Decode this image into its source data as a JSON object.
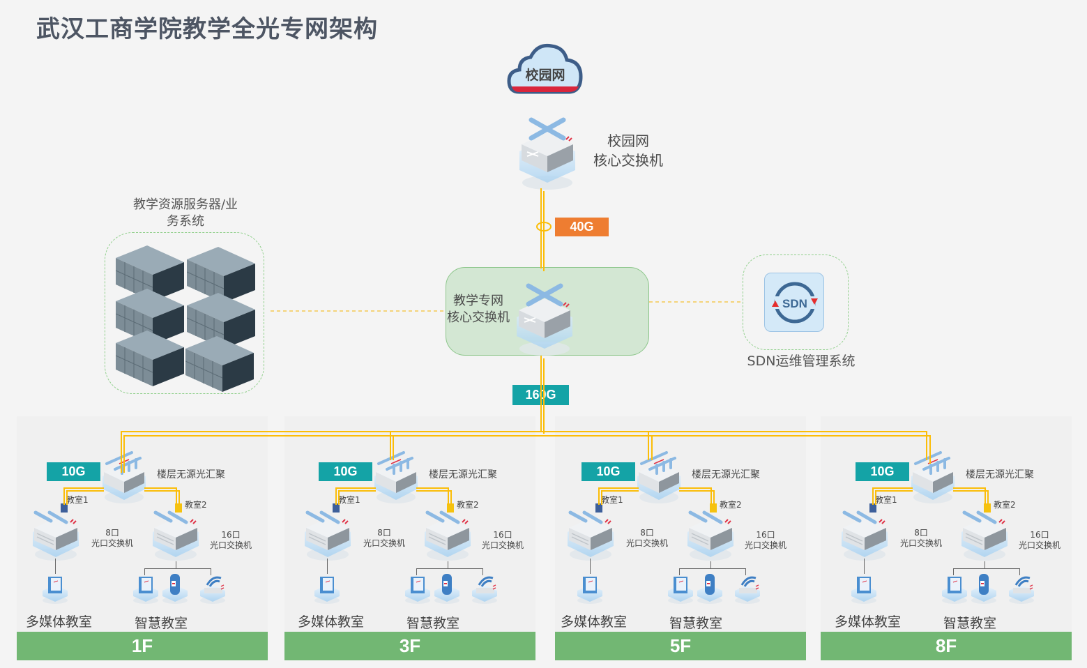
{
  "title": "武汉工商学院教学全光专网架构",
  "campus_cloud": {
    "label": "校园网",
    "icon": "cloud-icon"
  },
  "campus_core_switch": {
    "label_line1": "校园网",
    "label_line2": "核心交换机",
    "icon": "core-switch-icon"
  },
  "uplink": {
    "bandwidth": "40G",
    "color": "#ee7d31"
  },
  "teaching_core_switch": {
    "label_line1": "教学专网",
    "label_line2": "核心交换机",
    "icon": "core-switch-icon"
  },
  "downlink": {
    "bandwidth": "160G",
    "color": "#14a3a6"
  },
  "server_group": {
    "label_line1": "教学资源服务器/业",
    "label_line2": "务系统",
    "icon": "server-rack-icon",
    "count": 6
  },
  "sdn_system": {
    "icon_text": "SDN",
    "label": "SDN运维管理系统",
    "icon": "sdn-icon"
  },
  "colors": {
    "fiber": "#fbbd08",
    "floor_bar": "#72b773",
    "badge_teal": "#14a3a6",
    "badge_orange": "#ee7d31"
  },
  "floors": [
    {
      "name": "1F",
      "bandwidth": "10G",
      "aggregator": "楼层无源光汇聚",
      "room1": "教室1",
      "room2": "教室2",
      "switch8_ports": "8口",
      "switch8_label": "光口交换机",
      "switch16_ports": "16口",
      "switch16_label": "光口交换机",
      "multimedia": "多媒体教室",
      "smart": "智慧教室"
    },
    {
      "name": "3F",
      "bandwidth": "10G",
      "aggregator": "楼层无源光汇聚",
      "room1": "教室1",
      "room2": "教室2",
      "switch8_ports": "8口",
      "switch8_label": "光口交换机",
      "switch16_ports": "16口",
      "switch16_label": "光口交换机",
      "multimedia": "多媒体教室",
      "smart": "智慧教室"
    },
    {
      "name": "5F",
      "bandwidth": "10G",
      "aggregator": "楼层无源光汇聚",
      "room1": "教室1",
      "room2": "教室2",
      "switch8_ports": "8口",
      "switch8_label": "光口交换机",
      "switch16_ports": "16口",
      "switch16_label": "光口交换机",
      "multimedia": "多媒体教室",
      "smart": "智慧教室"
    },
    {
      "name": "8F",
      "bandwidth": "10G",
      "aggregator": "楼层无源光汇聚",
      "room1": "教室1",
      "room2": "教室2",
      "switch8_ports": "8口",
      "switch8_label": "光口交换机",
      "switch16_ports": "16口",
      "switch16_label": "光口交换机",
      "multimedia": "多媒体教室",
      "smart": "智慧教室"
    }
  ]
}
